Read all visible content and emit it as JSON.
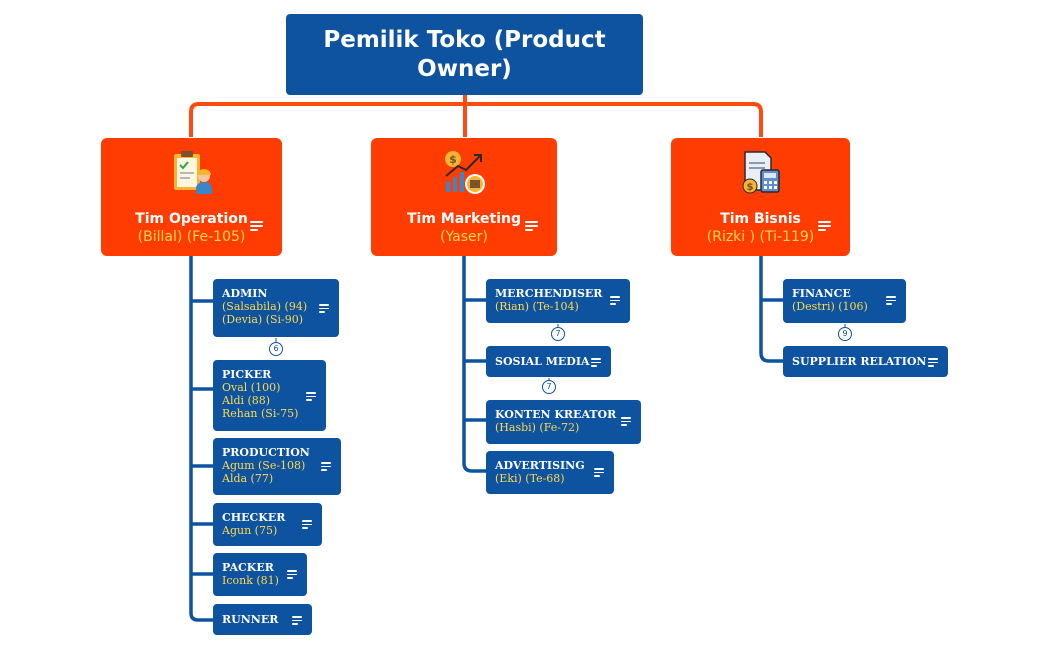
{
  "root": {
    "title": "Pemilik Toko (Product Owner)"
  },
  "colors": {
    "blue": "#0d53a0",
    "orange": "#ff3d03",
    "yellow": "#ffd84d"
  },
  "teams": [
    {
      "name": "Tim Operation",
      "sub": "(Billal) (Fe-105)",
      "icon": "clipboard-worker-icon",
      "roles": [
        {
          "title": "ADMIN",
          "lines": [
            "(Salsabila) (94)",
            "(Devia) (Si-90)"
          ]
        },
        {
          "title": "PICKER",
          "lines": [
            "Oval (100)",
            "Aldi (88)",
            "Rehan (Si-75)"
          ]
        },
        {
          "title": "PRODUCTION",
          "lines": [
            "Agum (Se-108)",
            "Alda (77)"
          ]
        },
        {
          "title": "CHECKER",
          "lines": [
            "Agun (75)"
          ]
        },
        {
          "title": "PACKER",
          "lines": [
            "Iconk (81)"
          ]
        },
        {
          "title": "RUNNER",
          "lines": []
        }
      ],
      "badges": [
        "6"
      ]
    },
    {
      "name": "Tim Marketing",
      "sub": "(Yaser)",
      "icon": "marketing-growth-icon",
      "roles": [
        {
          "title": "MERCHENDISER",
          "lines": [
            "(Rian) (Te-104)"
          ]
        },
        {
          "title": "SOSIAL MEDIA",
          "lines": []
        },
        {
          "title": "KONTEN KREATOR",
          "lines": [
            "(Hasbi) (Fe-72)"
          ]
        },
        {
          "title": "ADVERTISING",
          "lines": [
            "(Eki) (Te-68)"
          ]
        }
      ],
      "badges": [
        "7",
        "7"
      ]
    },
    {
      "name": "Tim Bisnis",
      "sub": "(Rizki ) (Ti-119)",
      "icon": "invoice-calculator-icon",
      "roles": [
        {
          "title": "FINANCE",
          "lines": [
            "(Destri) (106)"
          ]
        },
        {
          "title": "SUPPLIER RELATION",
          "lines": []
        }
      ],
      "badges": [
        "9"
      ]
    }
  ]
}
